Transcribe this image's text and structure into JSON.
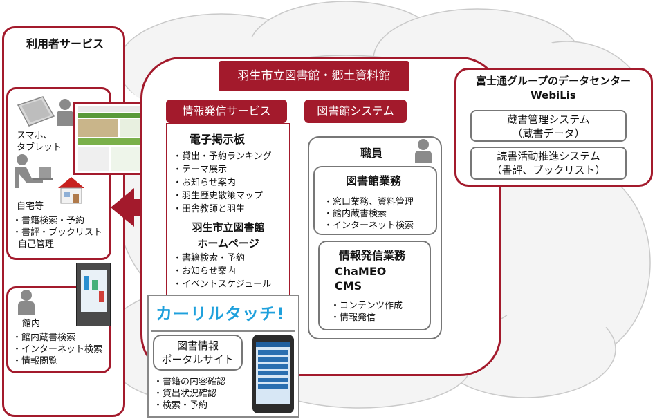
{
  "user_services": {
    "title": "利用者サービス",
    "home": {
      "device_label_1": "スマホ、",
      "device_label_2": "タブレット",
      "home_label": "自宅等",
      "items": [
        "・書籍検索・予約",
        "・書評・ブックリスト",
        "自己管理"
      ]
    },
    "in_library": {
      "label": "館内",
      "items": [
        "・館内蔵書検索",
        "・インターネット検索",
        "・情報閲覧"
      ]
    }
  },
  "library": {
    "title": "羽生市立図書館・郷土資料館",
    "info_service": {
      "tag": "情報発信サービス",
      "bulletin_title": "電子掲示板",
      "bulletin_items": [
        "・貸出・予約ランキング",
        "・テーマ展示",
        "・お知らせ案内",
        "・羽生歴史散策マップ",
        "・田舎教師と羽生"
      ],
      "homepage_title_1": "羽生市立図書館",
      "homepage_title_2": "ホームページ",
      "homepage_items": [
        "・書籍検索・予約",
        "・お知らせ案内",
        "・イベントスケジュール"
      ]
    },
    "system": {
      "tag": "図書館システム",
      "staff_label": "職員",
      "library_work_title": "図書館業務",
      "library_work_items": [
        "・窓口業務、資料管理",
        "・館内蔵書検索",
        "・インターネット検索"
      ],
      "info_work_title": "情報発信業務",
      "info_work_product_1": "ChaMEO",
      "info_work_product_2": "CMS",
      "info_work_items": [
        "・コンテンツ作成",
        "・情報発信"
      ]
    }
  },
  "calil": {
    "logo_text": "カーリルタッチ!",
    "portal_label_1": "図書情報",
    "portal_label_2": "ポータルサイト",
    "items": [
      "・書籍の内容確認",
      "・貸出状況確認",
      "・検索・予約"
    ]
  },
  "datacenter": {
    "title_1": "富士通グループのデータセンター",
    "title_2": "WebiLis",
    "system1_1": "蔵書管理システム",
    "system1_2": "（蔵書データ）",
    "system2_1": "読書活動推進システム",
    "system2_2": "（書評、ブックリスト）"
  },
  "colors": {
    "accent": "#a31a2c",
    "cloud": "#dddddd",
    "screen": "#2a6fb0"
  }
}
